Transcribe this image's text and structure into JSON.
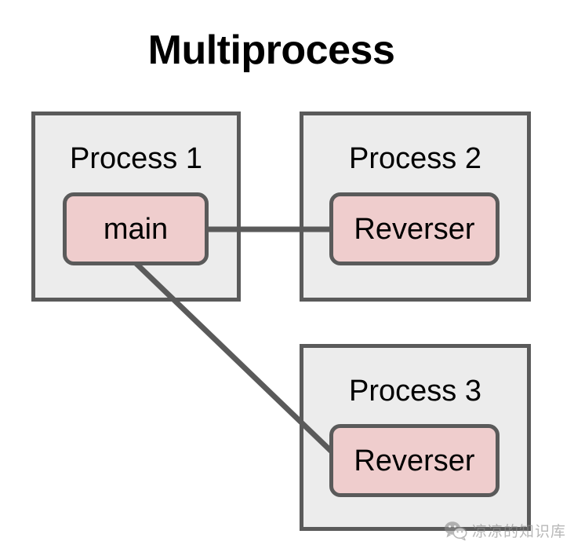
{
  "diagram": {
    "title": "Multiprocess",
    "type": "process-architecture-diagram",
    "colors": {
      "process_fill": "#ececec",
      "process_border": "#5a5a5a",
      "task_fill": "#efcdcd",
      "task_border": "#5a5a5a",
      "edge": "#5a5a5a",
      "text": "#000000",
      "background": "#ffffff",
      "watermark": "#8d8d8d"
    },
    "processes": [
      {
        "id": "process-1",
        "label": "Process 1",
        "task": "main"
      },
      {
        "id": "process-2",
        "label": "Process 2",
        "task": "Reverser"
      },
      {
        "id": "process-3",
        "label": "Process 3",
        "task": "Reverser"
      }
    ],
    "connections": [
      {
        "from": "main",
        "to": "Reverser (Process 2)",
        "style": "straight-horizontal"
      },
      {
        "from": "main",
        "to": "Reverser (Process 3)",
        "style": "diagonal"
      }
    ]
  },
  "watermark": {
    "icon": "wechat-icon",
    "text": "凉凉的知识库"
  }
}
